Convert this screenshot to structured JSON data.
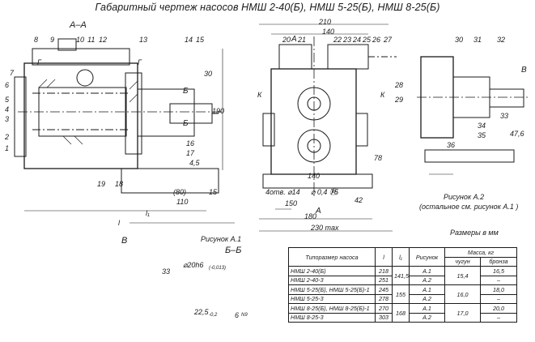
{
  "title": "Габаритный чертеж насосов НМШ 2-40(Б), НМШ 5-25(Б), НМШ 8-25(Б)",
  "captions": {
    "figure_a1": "Рисунок А.1",
    "figure_a2_line1": "Рисунок А.2",
    "figure_a2_line2": "(остальное см. рисунок А.1 )",
    "dimensions_note": "Размеры в мм",
    "view_aa": "А–А",
    "view_b": "В",
    "view_bb": "Б–Б"
  },
  "drawing_labels": {
    "d_190": "190",
    "d_110": "110",
    "d_80": "(80)",
    "d_l": "l",
    "d_l1": "l₁",
    "d_210": "210",
    "d_140_top": "140",
    "d_140_mid": "140",
    "d_180": "180",
    "d_230max": "230 max",
    "d_150": "150",
    "d_75": "75",
    "d_42": "42",
    "d_78": "78",
    "d_30": "30",
    "d_45": "4,5",
    "d_15": "15",
    "d_47_6": "47,6",
    "d_holes": "4отв. ⌀14",
    "d_tol": "⌀ 0,4 Ⓜ",
    "d_shaft": "⌀20h6",
    "d_shaft_tol": "(-0,013)",
    "d_key": "22,5",
    "d_key_tol": "-0,2",
    "d_key2": "6",
    "d_key2_tol": "N9",
    "m_a": "А",
    "m_b": "Б",
    "m_g": "Г",
    "m_k": "К",
    "m_v": "В",
    "callouts_left": [
      "1",
      "2",
      "3",
      "4",
      "5",
      "6",
      "7",
      "8",
      "9",
      "10",
      "11",
      "12",
      "13",
      "14",
      "15",
      "16",
      "17",
      "18",
      "19"
    ],
    "callouts_mid": [
      "20",
      "21",
      "22",
      "23",
      "24",
      "25",
      "26",
      "27",
      "28",
      "29"
    ],
    "callouts_right": [
      "30",
      "31",
      "32",
      "33",
      "34",
      "35",
      "36"
    ]
  },
  "table": {
    "headers": {
      "type": "Типоразмер насоса",
      "l": "l",
      "l1": "l₁",
      "figure": "Рисунок",
      "mass": "Масса, кг",
      "cast_iron": "чугун",
      "bronze": "бронза"
    },
    "rows": [
      {
        "type": "НМШ 2-40(Б)",
        "l": "218",
        "l1": "141,5",
        "fig": "А.1",
        "cast": "15,4",
        "bronze": "16,5"
      },
      {
        "type": "НМШ 2-40-3",
        "l": "251",
        "l1": "",
        "fig": "А.2",
        "cast": "",
        "bronze": "–"
      },
      {
        "type": "НМШ 5-25(Б), НМШ 5-25(Б)-1",
        "l": "245",
        "l1": "155",
        "fig": "А.1",
        "cast": "16,0",
        "bronze": "18,0"
      },
      {
        "type": "НМШ 5-25-3",
        "l": "278",
        "l1": "",
        "fig": "А.2",
        "cast": "",
        "bronze": "–"
      },
      {
        "type": "НМШ 8-25(Б), НМШ 8-25(Б)-1",
        "l": "270",
        "l1": "168",
        "fig": "А.1",
        "cast": "17,0",
        "bronze": "20,0"
      },
      {
        "type": "НМШ 8-25-3",
        "l": "303",
        "l1": "",
        "fig": "А.2",
        "cast": "",
        "bronze": "–"
      }
    ]
  }
}
